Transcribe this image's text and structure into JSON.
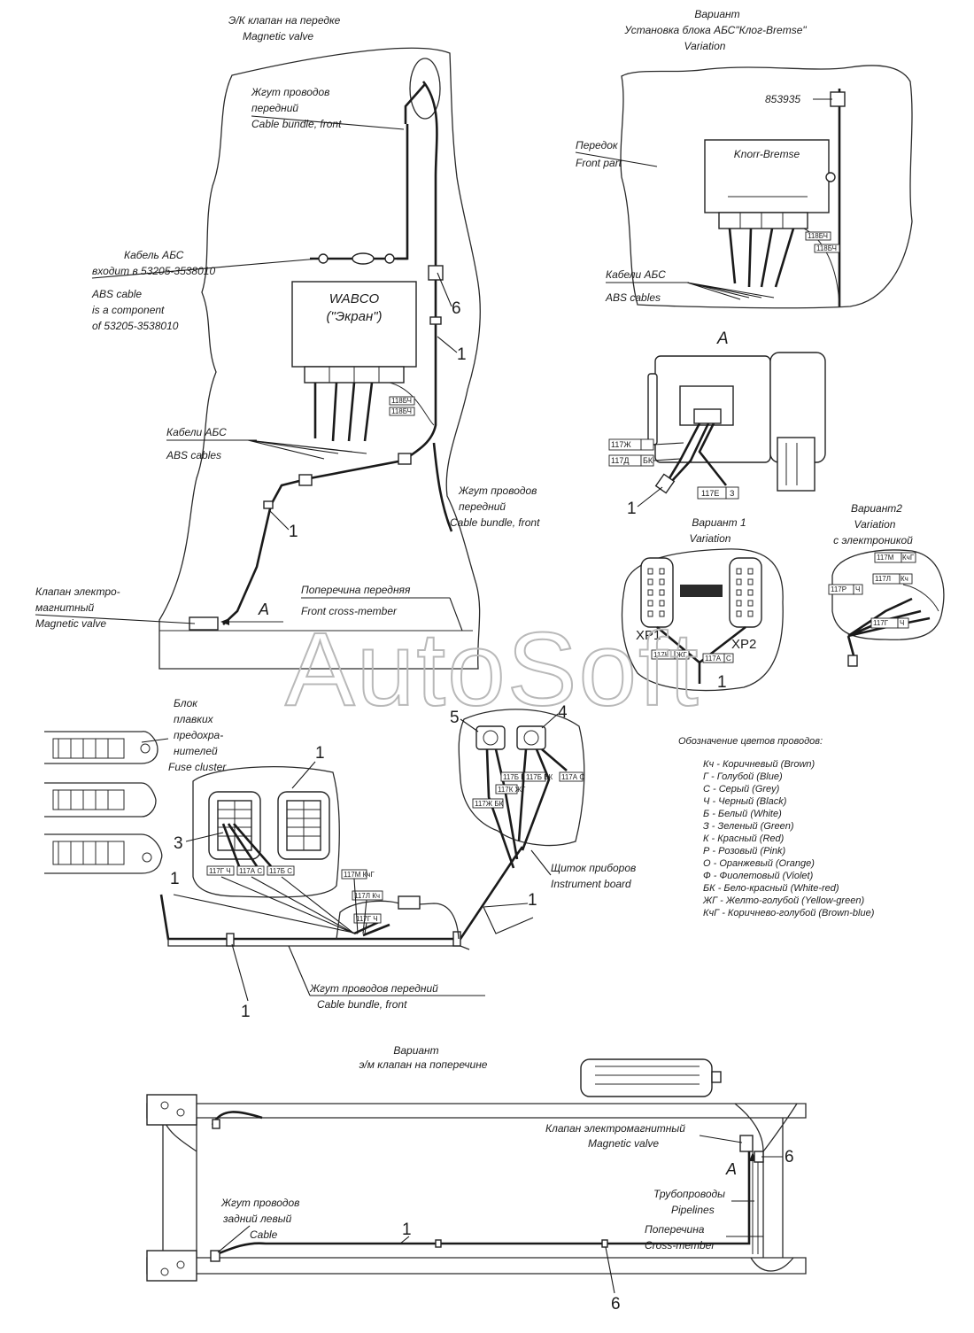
{
  "watermark": "AutoSoft",
  "top_left": {
    "title_ru": "Э/К клапан на передке",
    "title_en": "Magnetic valve",
    "bundle_ru_1": "Жгут проводов",
    "bundle_ru_2": "передний",
    "bundle_en": "Cable bundle, front",
    "abs_cable_ru_1": "Кабель АБС",
    "abs_cable_ru_2": "входит в 53205-3538010",
    "abs_cable_en_1": "ABS cable",
    "abs_cable_en_2": "is a component",
    "abs_cable_en_3": "of 53205-3538010",
    "wabco_1": "WABCO",
    "wabco_2": "(\"Экран\")",
    "abs_cables_ru": "Кабели АБС",
    "abs_cables_en": "ABS cables",
    "bundle2_ru_1": "Жгут проводов",
    "bundle2_ru_2": "передний",
    "bundle2_en": "Cable bundle, front",
    "valve_ru_1": "Клапан электро-",
    "valve_ru_2": "магнитный",
    "valve_en": "Magnetic valve",
    "crossmember_ru": "Поперечина передняя",
    "crossmember_en": "Front cross-member",
    "view_letter": "A",
    "tag_a": "118БЧ",
    "tag_b": "118БЧ",
    "num_6": "6",
    "num_1a": "1",
    "num_1b": "1"
  },
  "top_right": {
    "variant_ru": "Вариант",
    "install_ru": "Установка блока АБС\"Клог-Bremse\"",
    "variation_en": "Variation",
    "part_code": "853935",
    "front_ru": "Передок",
    "front_en": "Front part",
    "unit_label": "Knorr-Bremse",
    "abs_cables_ru": "Кабели АБС",
    "abs_cables_en": "ABS cables",
    "tag_a": "118БЧ",
    "tag_b": "118БЧ"
  },
  "view_a": {
    "letter": "A",
    "tag_1": "117Ж",
    "tag_1b": "БК",
    "tag_2": "117Д",
    "tag_2b": "БК",
    "tag_3": "117Е",
    "tag_3b": "З",
    "num_1": "1"
  },
  "variant1": {
    "title_ru": "Вариант 1",
    "title_en": "Variation",
    "xp1": "XP1",
    "xp2": "XP2",
    "tag_1": "117К",
    "tag_1b": "ЖГ",
    "tag_2": "117А",
    "tag_2b": "С",
    "num_1": "1"
  },
  "variant2": {
    "title_ru": "Вариант2",
    "title_en": "Variation",
    "subtitle_ru": "с электроникой",
    "tag_1": "117М",
    "tag_1b": "КчГ",
    "tag_2": "117Л",
    "tag_2b": "Кч",
    "tag_3": "117Р",
    "tag_3b": "Ч",
    "tag_4": "117Г",
    "tag_4b": "Ч"
  },
  "middle": {
    "fuse_ru_1": "Блок",
    "fuse_ru_2": "плавких",
    "fuse_ru_3": "предохра-",
    "fuse_ru_4": "нителей",
    "fuse_en": "Fuse cluster",
    "num_1_top": "1",
    "num_3": "3",
    "num_1_left": "1",
    "num_5": "5",
    "num_4": "4",
    "num_1_right": "1",
    "num_1_bottom": "1",
    "board_ru": "Щиток приборов",
    "board_en": "Instrument board",
    "bundle_ru": "Жгут проводов передний",
    "bundle_en": "Cable bundle, front",
    "fuse_tags": [
      "117Г Ч",
      "117А С",
      "117Б С"
    ],
    "panel_tags": [
      "117Б БК",
      "117Б БК",
      "117А С",
      "117К ЖГ",
      "117Ж БК"
    ],
    "floor_tags": [
      "117М КчГ",
      "117Л Кч",
      "117Г Ч"
    ]
  },
  "legend": {
    "title": "Обозначение цветов проводов:",
    "items": [
      "Кч  - Коричневый (Brown)",
      "Г    - Голубой (Blue)",
      "С    - Серый (Grey)",
      "Ч    - Черный (Black)",
      "Б    - Белый (White)",
      "З    - Зеленый (Green)",
      "К    - Красный (Red)",
      "Р    - Розовый (Pink)",
      "О    - Оранжевый (Orange)",
      "Ф    - Фиолетовый (Violet)",
      "БК  - Бело-красный (White-red)",
      "ЖГ - Желто-голубой (Yellow-green)",
      "КчГ - Коричнево-голубой (Brown-blue)"
    ]
  },
  "bottom": {
    "variant_ru": "Вариант",
    "subtitle_ru": "э/м клапан на поперечине",
    "valve_ru": "Клапан электромагнитный",
    "valve_en": "Magnetic valve",
    "view_letter": "A",
    "num_6_right": "6",
    "pipes_ru": "Трубопроводы",
    "pipes_en": "Pipelines",
    "cross_ru": "Поперечина",
    "cross_en": "Cross-member",
    "rear_ru_1": "Жгут проводов",
    "rear_ru_2": "задний левый",
    "rear_en": "Cable",
    "num_1": "1",
    "num_6_bottom": "6"
  }
}
